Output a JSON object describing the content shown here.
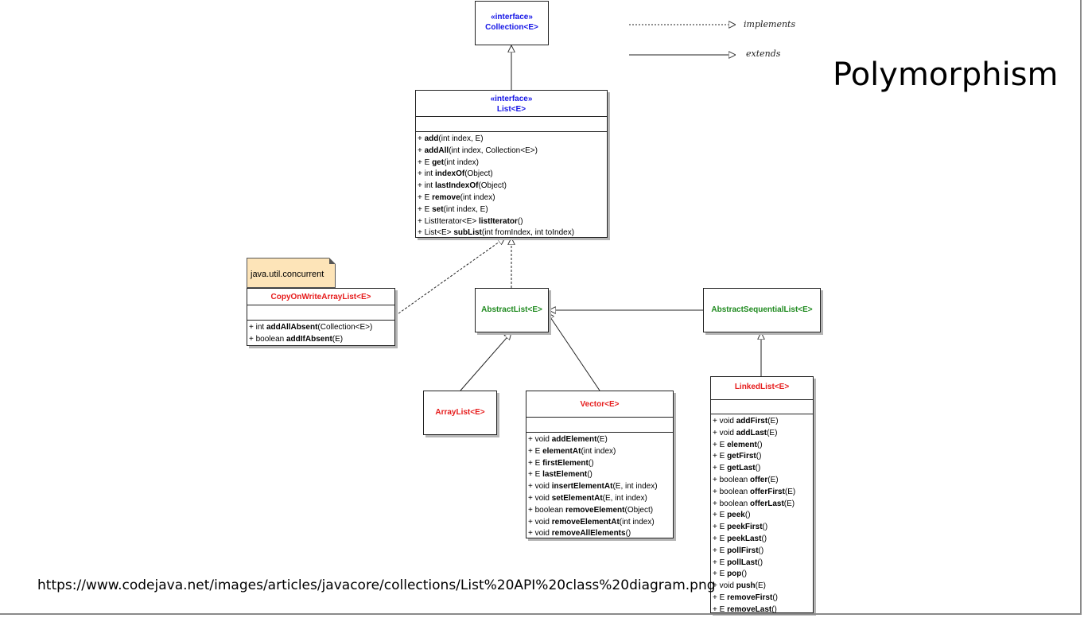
{
  "slide": {
    "title": "Polymorphism",
    "source_url": "https://www.codejava.net/images/articles/javacore/collections/List%20API%20class%20diagram.png"
  },
  "legend": {
    "implements": "implements",
    "extends": "extends"
  },
  "note": {
    "text": "java.util.concurrent"
  },
  "classes": {
    "collection": {
      "stereotype": "«interface»",
      "name": "Collection<E>"
    },
    "list": {
      "stereotype": "«interface»",
      "name": "List<E>",
      "operations": [
        {
          "prefix": "+ ",
          "name": "add",
          "suffix": "(int index, E)"
        },
        {
          "prefix": "+ ",
          "name": "addAll",
          "suffix": "(int index, Collection<E>)"
        },
        {
          "prefix": "+ E ",
          "name": "get",
          "suffix": "(int index)"
        },
        {
          "prefix": "+ int ",
          "name": "indexOf",
          "suffix": "(Object)"
        },
        {
          "prefix": "+ int ",
          "name": "lastIndexOf",
          "suffix": "(Object)"
        },
        {
          "prefix": "+ E ",
          "name": "remove",
          "suffix": "(int index)"
        },
        {
          "prefix": "+ E ",
          "name": "set",
          "suffix": "(int index, E)"
        },
        {
          "prefix": "+ ListIterator<E> ",
          "name": "listIterator",
          "suffix": "()"
        },
        {
          "prefix": "+ List<E> ",
          "name": "subList",
          "suffix": "(int fromIndex, int toIndex)"
        }
      ]
    },
    "cowal": {
      "name": "CopyOnWriteArrayList<E>",
      "operations": [
        {
          "prefix": "+ int ",
          "name": "addAllAbsent",
          "suffix": "(Collection<E>)"
        },
        {
          "prefix": "+ boolean ",
          "name": "addIfAbsent",
          "suffix": "(E)"
        }
      ]
    },
    "abstract_list": {
      "name": "AbstractList<E>"
    },
    "abstract_seq_list": {
      "name": "AbstractSequentialList<E>"
    },
    "array_list": {
      "name": "ArrayList<E>"
    },
    "vector": {
      "name": "Vector<E>",
      "operations": [
        {
          "prefix": "+ void ",
          "name": "addElement",
          "suffix": "(E)"
        },
        {
          "prefix": "+ E ",
          "name": "elementAt",
          "suffix": "(int index)"
        },
        {
          "prefix": "+ E ",
          "name": "firstElement",
          "suffix": "()"
        },
        {
          "prefix": "+ E ",
          "name": "lastElement",
          "suffix": "()"
        },
        {
          "prefix": "+ void ",
          "name": "insertElementAt",
          "suffix": "(E, int index)"
        },
        {
          "prefix": "+ void ",
          "name": "setElementAt",
          "suffix": "(E, int index)"
        },
        {
          "prefix": "+ boolean ",
          "name": "removeElement",
          "suffix": "(Object)"
        },
        {
          "prefix": "+ void ",
          "name": "removeElementAt",
          "suffix": "(int index)"
        },
        {
          "prefix": "+ void ",
          "name": "removeAllElements",
          "suffix": "()"
        }
      ]
    },
    "linked_list": {
      "name": "LinkedList<E>",
      "operations": [
        {
          "prefix": "+ void ",
          "name": "addFirst",
          "suffix": "(E)"
        },
        {
          "prefix": "+ void ",
          "name": "addLast",
          "suffix": "(E)"
        },
        {
          "prefix": "+ E ",
          "name": "element",
          "suffix": "()"
        },
        {
          "prefix": "+ E ",
          "name": "getFirst",
          "suffix": "()"
        },
        {
          "prefix": "+ E ",
          "name": "getLast",
          "suffix": "()"
        },
        {
          "prefix": "+ boolean ",
          "name": "offer",
          "suffix": "(E)"
        },
        {
          "prefix": "+ boolean ",
          "name": "offerFirst",
          "suffix": "(E)"
        },
        {
          "prefix": "+ boolean ",
          "name": "offerLast",
          "suffix": "(E)"
        },
        {
          "prefix": "+ E ",
          "name": "peek",
          "suffix": "()"
        },
        {
          "prefix": "+ E ",
          "name": "peekFirst",
          "suffix": "()"
        },
        {
          "prefix": "+ E ",
          "name": "peekLast",
          "suffix": "()"
        },
        {
          "prefix": "+ E ",
          "name": "pollFirst",
          "suffix": "()"
        },
        {
          "prefix": "+ E ",
          "name": "pollLast",
          "suffix": "()"
        },
        {
          "prefix": "+ E ",
          "name": "pop",
          "suffix": "()"
        },
        {
          "prefix": "+ void ",
          "name": "push",
          "suffix": "(E)"
        },
        {
          "prefix": "+ E ",
          "name": "removeFirst",
          "suffix": "()"
        },
        {
          "prefix": "+ E ",
          "name": "removeLast",
          "suffix": "()"
        }
      ]
    }
  },
  "colors": {
    "interface_text": "#1515e6",
    "concrete_class_text": "#e61c1c",
    "abstract_class_text": "#1f8a1f",
    "note_background": "#fde4b8"
  }
}
